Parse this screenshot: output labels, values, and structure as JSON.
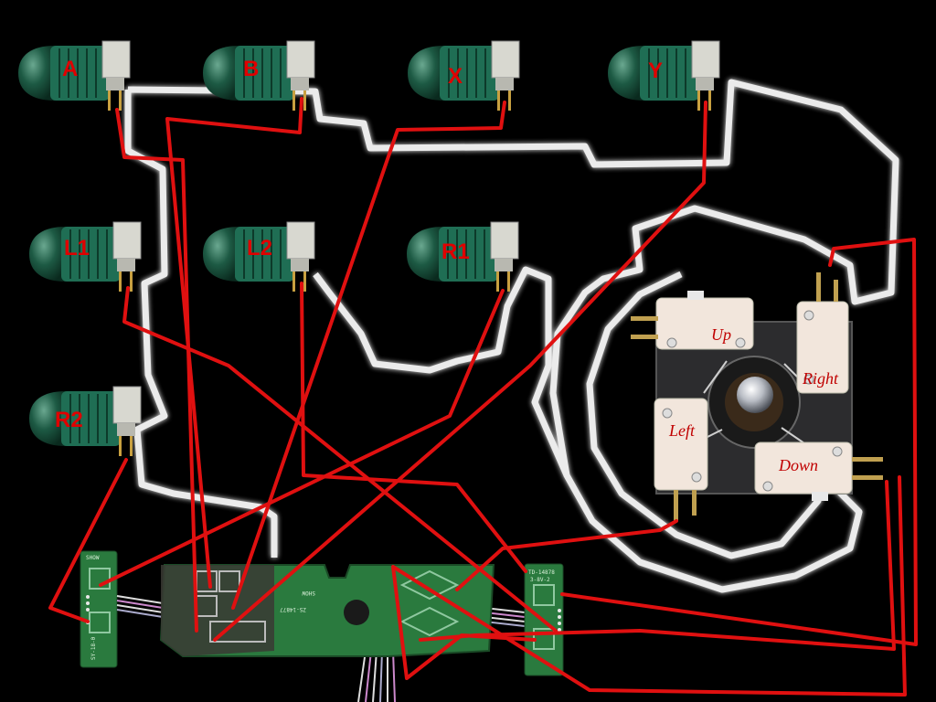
{
  "colors": {
    "background": "#000000",
    "wire": "#e01010",
    "outline_glow": "#ffffff",
    "button_housing": "#1f6e54",
    "label_text": "#e00000",
    "switch_body": "#f2e6dc",
    "pcb_green": "#2a7a3e"
  },
  "buttons": [
    {
      "id": "a",
      "label": "A"
    },
    {
      "id": "b",
      "label": "B"
    },
    {
      "id": "x",
      "label": "X"
    },
    {
      "id": "y",
      "label": "Y"
    },
    {
      "id": "l1",
      "label": "L1"
    },
    {
      "id": "l2",
      "label": "L2"
    },
    {
      "id": "r1",
      "label": "R1"
    },
    {
      "id": "r2",
      "label": "R2"
    }
  ],
  "joystick": {
    "up": "Up",
    "right": "Right",
    "left": "Left",
    "down": "Down"
  },
  "pcb": {
    "left_board_top": "SHOW",
    "left_board_side": "SY-18-0",
    "main_board_text": "ZS-14877",
    "main_board_code": "SHOW",
    "right_board_top": "TD-14878",
    "right_board_side": "3-8V-2"
  }
}
